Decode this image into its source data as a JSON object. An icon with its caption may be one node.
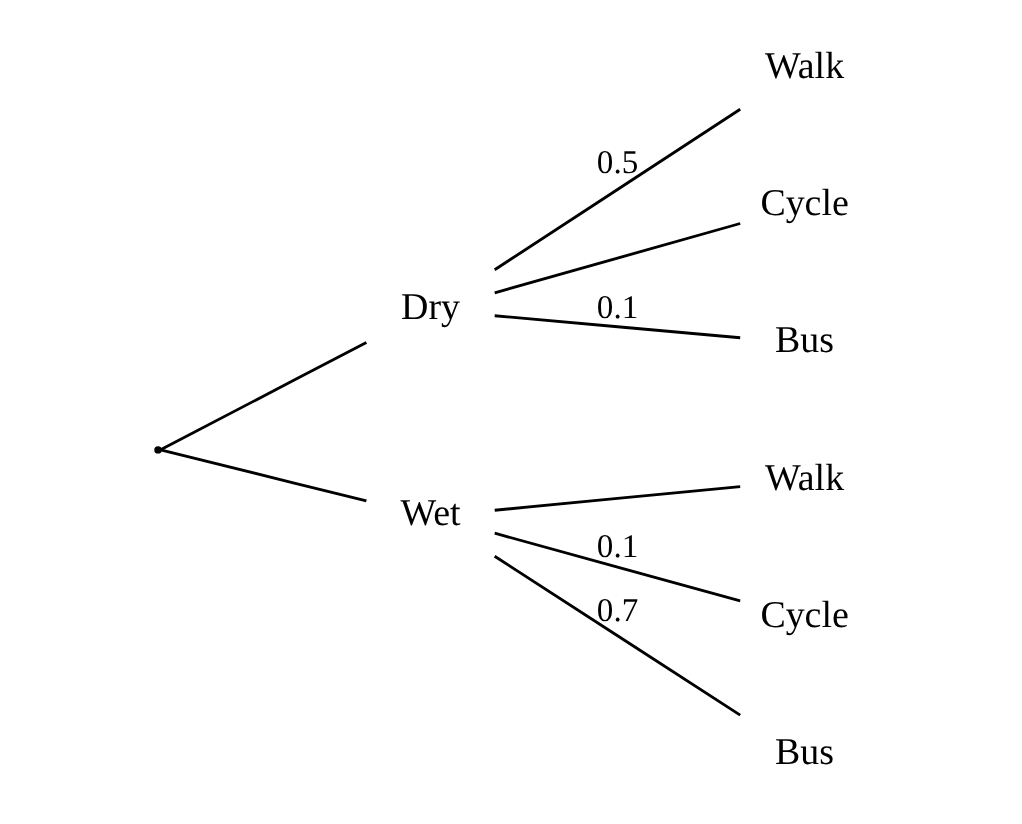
{
  "diagram": {
    "nodes": [
      {
        "text": [],
        "shape": "point"
      },
      {
        "text": [
          "Dry"
        ]
      },
      {
        "text": [
          "Walk"
        ]
      },
      {
        "text": [
          "Cycle"
        ]
      },
      {
        "text": [
          "Bus"
        ]
      },
      {
        "text": [
          "Wet"
        ]
      },
      {
        "text": [
          "Walk"
        ]
      },
      {
        "text": [
          "Cycle"
        ]
      },
      {
        "text": [
          "Bus"
        ]
      }
    ],
    "edges": [
      {
        "from": 0,
        "to": 1,
        "arrow": "none"
      },
      {
        "from": 0,
        "to": 5,
        "arrow": "none"
      },
      {
        "from": 1,
        "to": 2,
        "arrow": "none",
        "label": "0.5"
      },
      {
        "from": 1,
        "to": 3,
        "arrow": "none"
      },
      {
        "from": 1,
        "to": 4,
        "arrow": "none",
        "label": "0.1"
      },
      {
        "from": 5,
        "to": 6,
        "arrow": "none"
      },
      {
        "from": 5,
        "to": 7,
        "arrow": "none",
        "label": "0.1"
      },
      {
        "from": 5,
        "to": 8,
        "arrow": "none",
        "label": "0.7"
      }
    ]
  }
}
